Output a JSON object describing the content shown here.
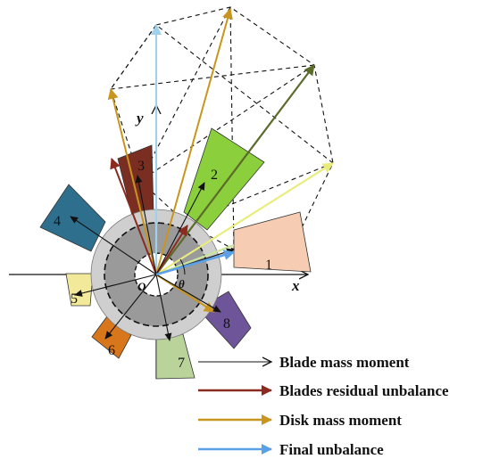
{
  "axes": {
    "x_label": "x",
    "y_label": "y",
    "origin_label": "O",
    "angle_label": "θ"
  },
  "blades": [
    {
      "label": "1",
      "color": "#f6cdb2"
    },
    {
      "label": "2",
      "color": "#8ccf3c"
    },
    {
      "label": "3",
      "color": "#7a2e22"
    },
    {
      "label": "4",
      "color": "#2e6f8e"
    },
    {
      "label": "5",
      "color": "#f3e99a"
    },
    {
      "label": "6",
      "color": "#d8761b"
    },
    {
      "label": "7",
      "color": "#b9d39a"
    },
    {
      "label": "8",
      "color": "#6e5599"
    }
  ],
  "legend": [
    {
      "label": "Blade mass moment",
      "color": "#111111",
      "style": "thin"
    },
    {
      "label": "Blades residual unbalance",
      "color": "#8b2a1f",
      "style": "thick"
    },
    {
      "label": "Disk mass moment",
      "color": "#c8961e",
      "style": "thick"
    },
    {
      "label": "Final unbalance",
      "color": "#5aa0e6",
      "style": "thick"
    }
  ],
  "colors": {
    "outer_ring": "#cfcfcf",
    "disk": "#9a9a9a",
    "hub": "#ffffff",
    "blade_moment": "#111111",
    "residual": "#8b2a1f",
    "disk_moment": "#c8961e",
    "final": "#5aa0e6",
    "long_olive": "#5a6b2a",
    "long_yellow": "#e9ec7a",
    "long_pale_green": "#c9e59a",
    "long_pale_blue": "#9fd0ec"
  }
}
